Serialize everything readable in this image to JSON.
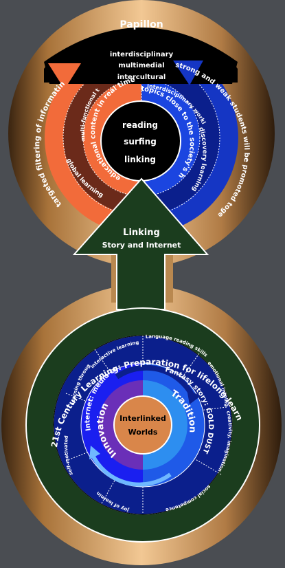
{
  "top": {
    "title": "Papillon",
    "subtitles": [
      "interdisciplinary",
      "multimedial",
      "intercultural"
    ],
    "center": [
      "reading",
      "surfing",
      "linking"
    ],
    "left_rings": {
      "outer": "targeted filtering of informatin",
      "ring2": "multi-functional thinking",
      "ring2_b": "global learning",
      "inner": "educational content in real time"
    },
    "right_rings": {
      "outer": "strong and weak students will be promoted together",
      "ring2": "interdisciplinary working",
      "ring2_b": "discovery learning",
      "inner": "topics close to the society's heart"
    }
  },
  "arrow": {
    "line1": "Linking",
    "line2": "Story and Internet"
  },
  "bottom": {
    "outer_ring": "21st Century Learning: Preparation for lifelong learning",
    "left_segments": [
      "interactive learning",
      "learning through action",
      "self-motivated learning",
      "joy of learning"
    ],
    "right_segments": [
      "Language reading skills",
      "emotional intelligence",
      "creativity, imagination",
      "social competence"
    ],
    "left_mid": "Internet: media competency",
    "right_mid": "Fantasy story: GOLD DUST",
    "left_inner": "Innovation",
    "right_inner": "Tradition",
    "center": [
      "Interlinked",
      "Worlds"
    ]
  },
  "colors": {
    "background": "#4a4d52",
    "orange": "#f26b3a",
    "brown": "#6b2a1a",
    "blue": "#1536c4",
    "dark_blue": "#0b1f8c",
    "dark_green": "#1b3d1e",
    "purple": "#6a2fb8",
    "light_blue": "#2d8ef0",
    "center_orange": "#d9864a"
  }
}
